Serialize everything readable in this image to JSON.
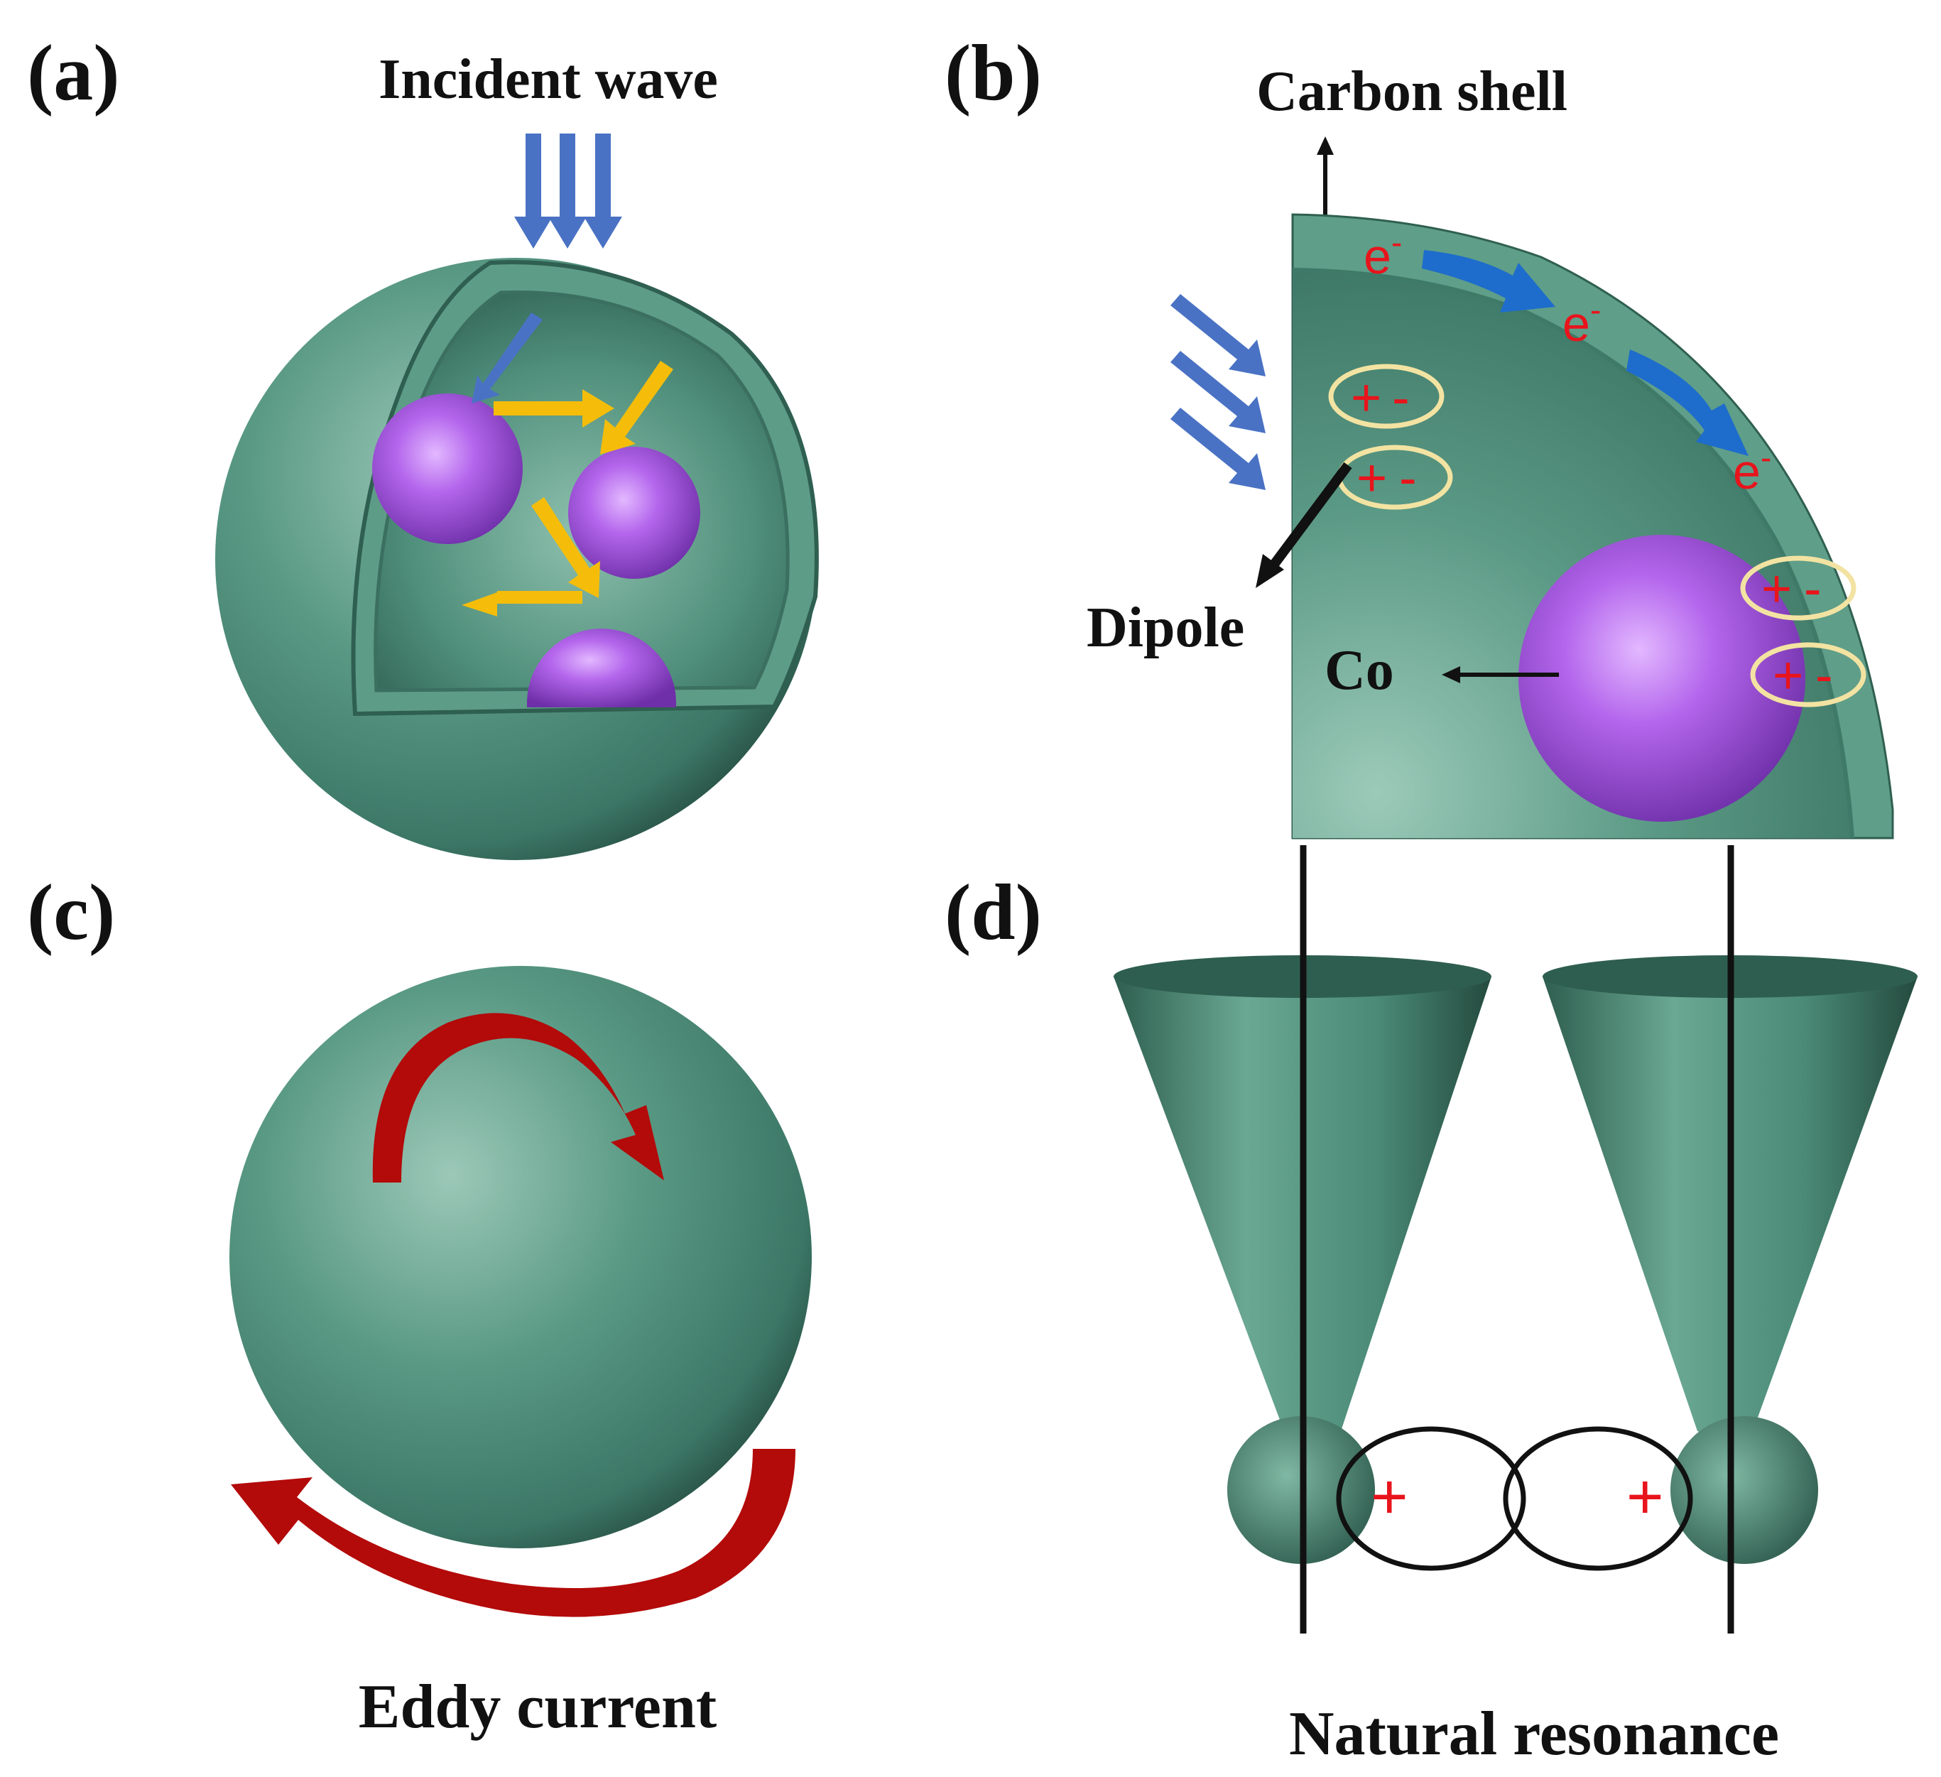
{
  "panels": {
    "a": {
      "tag": "(a)",
      "title": "Incident wave"
    },
    "b": {
      "tag": "(b)",
      "shell_label": "Carbon shell",
      "dipole_label": "Dipole",
      "co_label": "Co",
      "electron_base": "e",
      "electron_sup": "-",
      "plus": "+",
      "minus": "-"
    },
    "c": {
      "tag": "(c)",
      "caption": "Eddy current"
    },
    "d": {
      "tag": "(d)",
      "caption": "Natural resonance",
      "plus": "+"
    }
  },
  "colors": {
    "shell": "#4a8a76",
    "shell_dark": "#2d5a4c",
    "shell_light": "#9cc8b8",
    "co_sphere": "#a052e0",
    "incident_arrow": "#4a72c4",
    "reflection_arrow": "#f5bd0a",
    "current_arrow": "#1e6ccc",
    "eddy_arrow": "#b30a0a",
    "dipole_ellipse": "#f3e3a2",
    "charge_text": "#e8141c"
  }
}
